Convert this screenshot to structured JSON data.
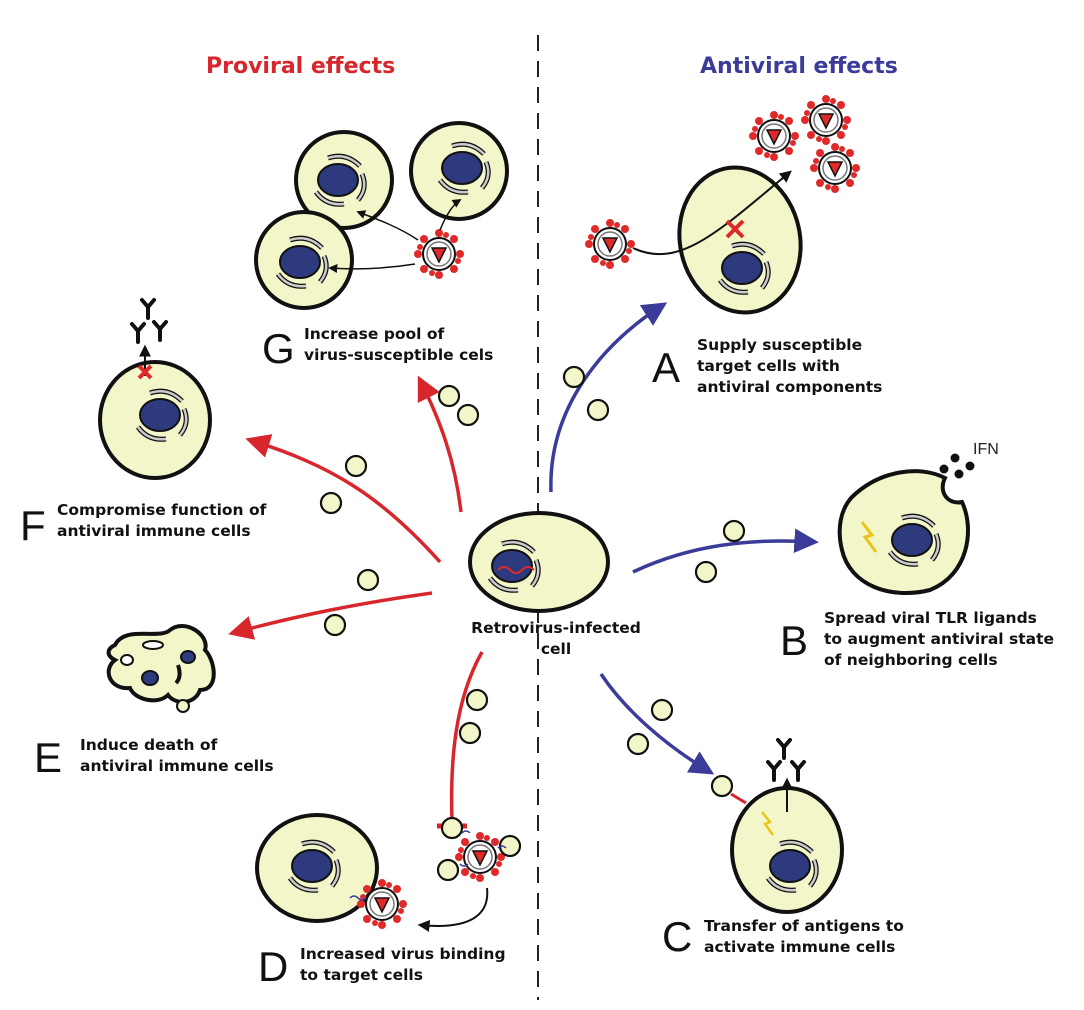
{
  "headings": {
    "proviral": "Proviral effects",
    "antiviral": "Antiviral effects"
  },
  "center": {
    "label": "Retrovirus-infected\ncell"
  },
  "panels": {
    "A": {
      "letter": "A",
      "text": "Supply susceptible\ntarget cells with\nantiviral components"
    },
    "B": {
      "letter": "B",
      "text": "Spread viral TLR ligands\nto augment antiviral state\nof neighboring cells"
    },
    "C": {
      "letter": "C",
      "text": "Transfer of antigens to\nactivate immune cells"
    },
    "D": {
      "letter": "D",
      "text": "Increased virus binding\nto target cells"
    },
    "E": {
      "letter": "E",
      "text": "Induce death of\nantiviral immune cells"
    },
    "F": {
      "letter": "F",
      "text": "Compromise function of\nantiviral immune cells"
    },
    "G": {
      "letter": "G",
      "text": "Increase pool of\nvirus-susceptible cels"
    }
  },
  "ifn_label": "IFN",
  "colors": {
    "proviral": "#d8262d",
    "antiviral": "#3b3b9a",
    "cell_fill": "#f3f6c9",
    "nucleus": "#2e3a7e",
    "virion_spike": "#e02a2a",
    "ink": "#111111"
  }
}
